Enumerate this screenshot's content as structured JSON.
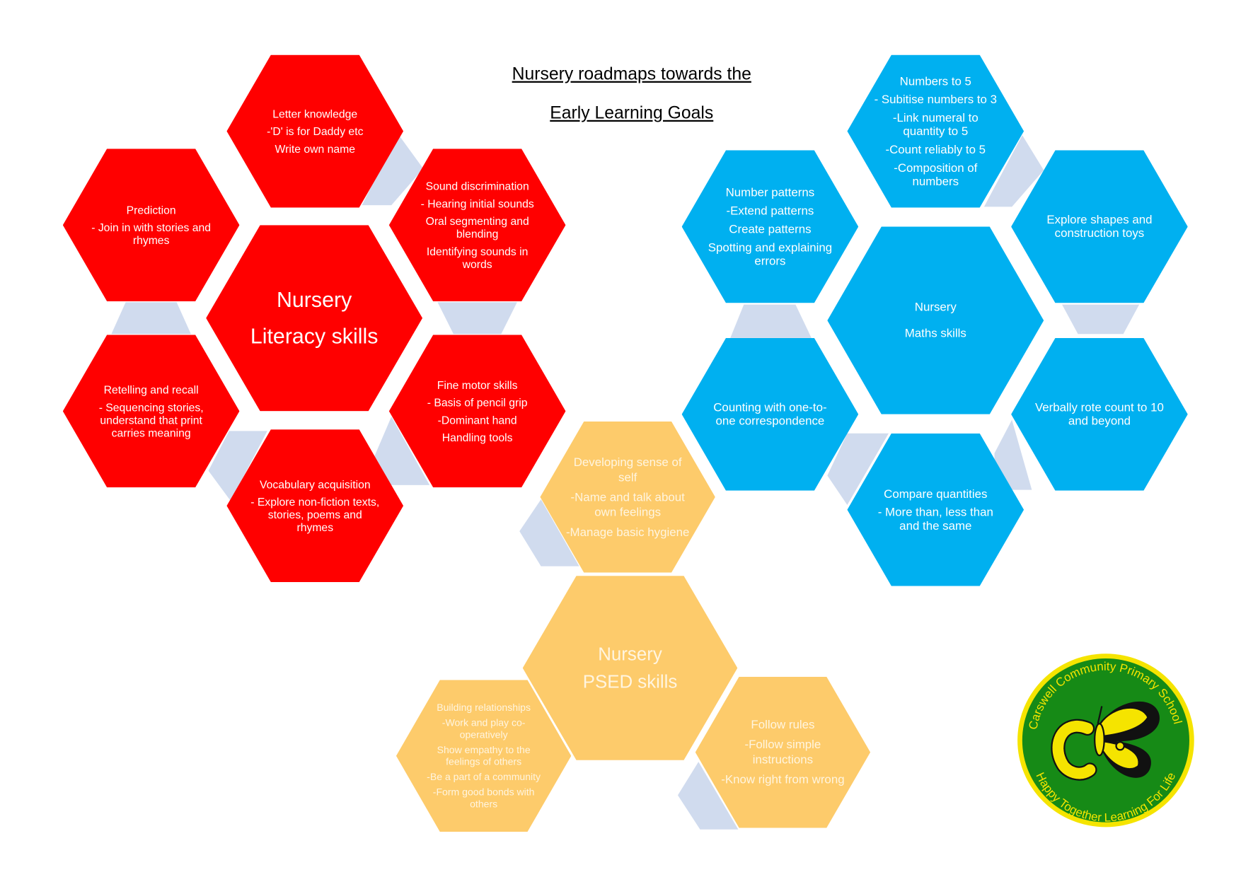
{
  "title": {
    "line1": "Nursery roadmaps towards the",
    "line2": "Early Learning Goals"
  },
  "colors": {
    "literacy": "#ff0000",
    "maths": "#00b0f0",
    "psed": "#fdcb6b",
    "connector": "#d0dbee"
  },
  "literacy": {
    "center": [
      "Nursery",
      "Literacy skills"
    ],
    "letter_knowledge": [
      "Letter knowledge",
      "-'D' is for Daddy etc",
      "Write own name"
    ],
    "prediction": [
      "Prediction",
      "- Join in with stories and rhymes"
    ],
    "sound_discrimination": [
      "Sound discrimination",
      "- Hearing initial sounds",
      "Oral segmenting and blending",
      "Identifying sounds in words"
    ],
    "retelling": [
      "Retelling and recall",
      "- Sequencing stories, understand that print carries meaning"
    ],
    "fine_motor": [
      "Fine motor skills",
      "- Basis of pencil grip",
      "-Dominant hand",
      "Handling tools"
    ],
    "vocabulary": [
      "Vocabulary acquisition",
      "- Explore non-fiction texts, stories, poems and rhymes"
    ]
  },
  "maths": {
    "center": [
      "Nursery",
      "Maths skills"
    ],
    "numbers_to_5": [
      "Numbers to 5",
      "- Subitise numbers to 3",
      "-Link numeral to quantity to 5",
      "-Count reliably to 5",
      "-Composition of numbers"
    ],
    "number_patterns": [
      "Number patterns",
      "-Extend patterns",
      "Create patterns",
      "Spotting and explaining errors"
    ],
    "shapes": [
      "Explore shapes and construction toys"
    ],
    "counting": [
      "Counting with one-to-one correspondence"
    ],
    "rote_count": [
      "Verbally rote count to 10 and beyond"
    ],
    "compare": [
      "Compare quantities",
      "- More than, less than and the same"
    ]
  },
  "psed": {
    "center": [
      "Nursery",
      "PSED skills"
    ],
    "sense_of_self": [
      "Developing sense of self",
      "-Name and talk about own feelings",
      "-Manage basic hygiene"
    ],
    "relationships": [
      "Building relationships",
      "-Work and play co-operatively",
      "Show empathy to the feelings of others",
      "-Be a part of a community",
      "-Form good bonds with others"
    ],
    "rules": [
      "Follow rules",
      "-Follow simple instructions",
      "-Know right from wrong"
    ]
  },
  "logo": {
    "top_text": "Carswell Community Primary School",
    "bottom_text": "Happy Together Learning For Life"
  }
}
